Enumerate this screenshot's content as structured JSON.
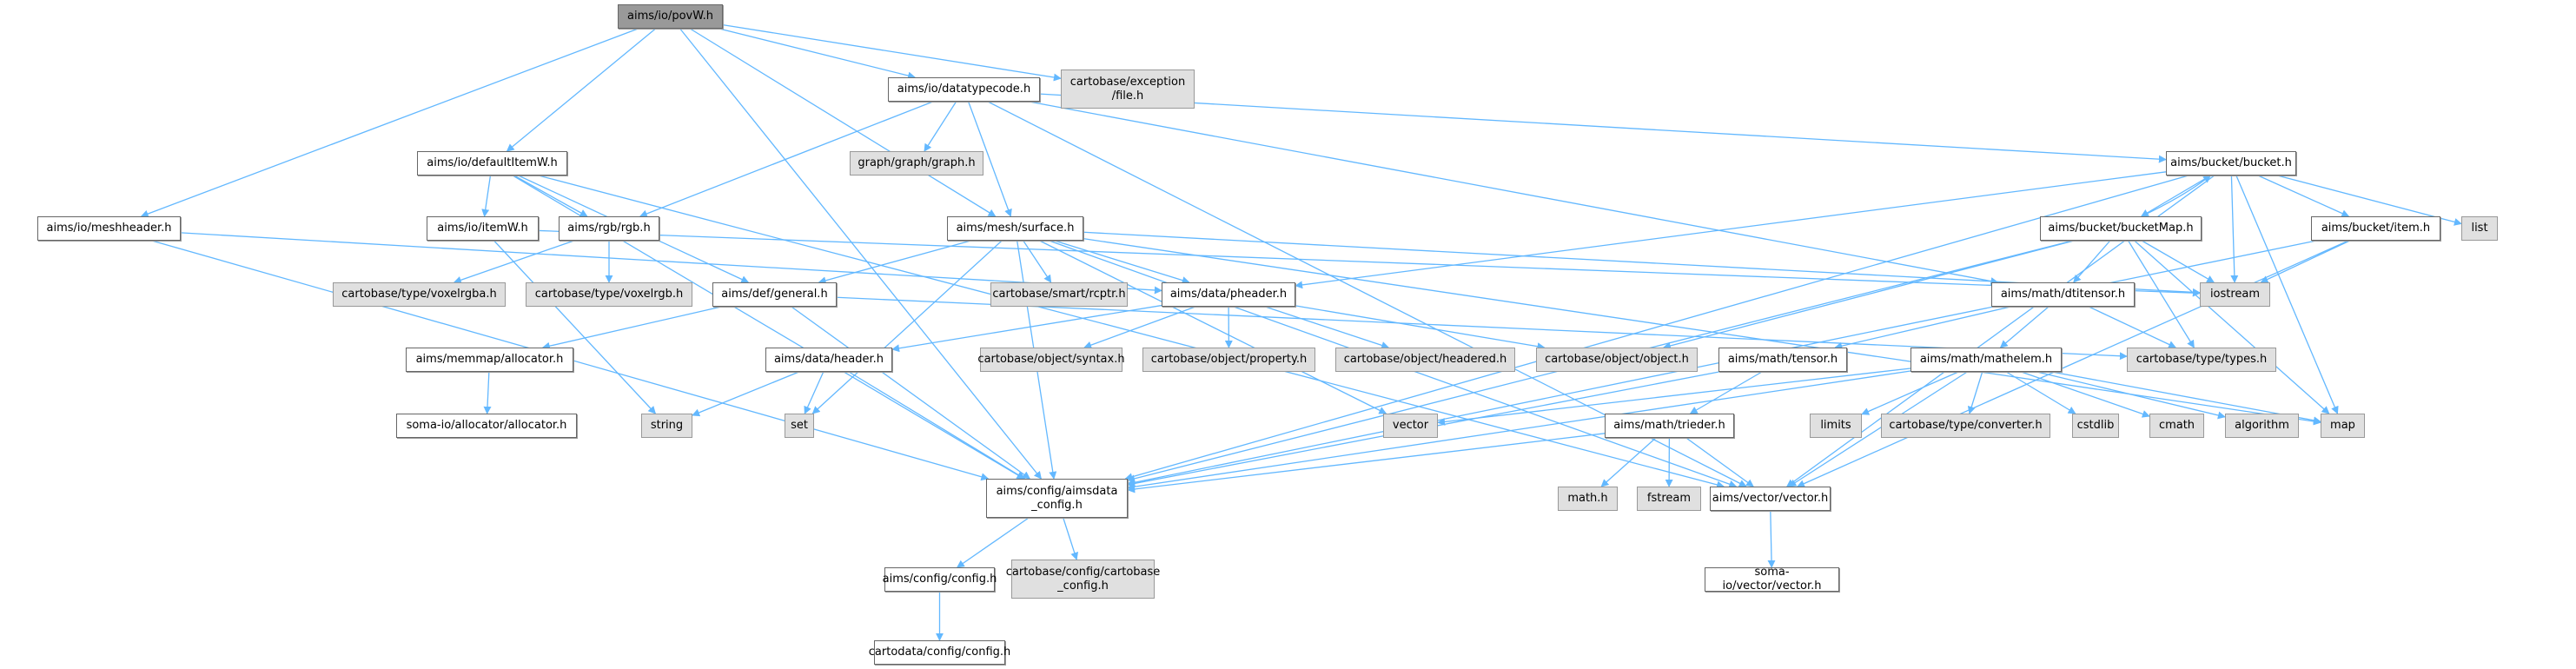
{
  "title": "aims/io/povW.h include dependency graph",
  "colors": {
    "edge": "#63b8ff",
    "root_fill": "#999999",
    "node_fill": "#ffffff",
    "external_fill": "#e0e0e0",
    "node_border": "#666666"
  },
  "nodes": [
    {
      "id": "povW",
      "label": "aims/io/povW.h",
      "kind": "root"
    },
    {
      "id": "datatypecode",
      "label": "aims/io/datatypecode.h",
      "kind": "doc"
    },
    {
      "id": "exception_file",
      "label": "cartobase/exception\n/file.h",
      "kind": "ext"
    },
    {
      "id": "defaultItemW",
      "label": "aims/io/defaultItemW.h",
      "kind": "doc"
    },
    {
      "id": "graph",
      "label": "graph/graph/graph.h",
      "kind": "ext"
    },
    {
      "id": "bucket",
      "label": "aims/bucket/bucket.h",
      "kind": "doc"
    },
    {
      "id": "meshheader",
      "label": "aims/io/meshheader.h",
      "kind": "doc"
    },
    {
      "id": "itemW",
      "label": "aims/io/itemW.h",
      "kind": "doc"
    },
    {
      "id": "rgb",
      "label": "aims/rgb/rgb.h",
      "kind": "doc"
    },
    {
      "id": "surface",
      "label": "aims/mesh/surface.h",
      "kind": "doc"
    },
    {
      "id": "bucketMap",
      "label": "aims/bucket/bucketMap.h",
      "kind": "doc"
    },
    {
      "id": "bucket_item",
      "label": "aims/bucket/item.h",
      "kind": "doc"
    },
    {
      "id": "list",
      "label": "list",
      "kind": "ext"
    },
    {
      "id": "voxelrgba",
      "label": "cartobase/type/voxelrgba.h",
      "kind": "ext"
    },
    {
      "id": "voxelrgb",
      "label": "cartobase/type/voxelrgb.h",
      "kind": "ext"
    },
    {
      "id": "general",
      "label": "aims/def/general.h",
      "kind": "doc"
    },
    {
      "id": "rcptr",
      "label": "cartobase/smart/rcptr.h",
      "kind": "ext"
    },
    {
      "id": "pheader",
      "label": "aims/data/pheader.h",
      "kind": "doc"
    },
    {
      "id": "dtitensor",
      "label": "aims/math/dtitensor.h",
      "kind": "doc"
    },
    {
      "id": "iostream",
      "label": "iostream",
      "kind": "ext"
    },
    {
      "id": "memmap_allocator",
      "label": "aims/memmap/allocator.h",
      "kind": "doc"
    },
    {
      "id": "header",
      "label": "aims/data/header.h",
      "kind": "doc"
    },
    {
      "id": "syntax",
      "label": "cartobase/object/syntax.h",
      "kind": "ext"
    },
    {
      "id": "property",
      "label": "cartobase/object/property.h",
      "kind": "ext"
    },
    {
      "id": "headered",
      "label": "cartobase/object/headered.h",
      "kind": "ext"
    },
    {
      "id": "object",
      "label": "cartobase/object/object.h",
      "kind": "ext"
    },
    {
      "id": "tensor",
      "label": "aims/math/tensor.h",
      "kind": "doc"
    },
    {
      "id": "mathelem",
      "label": "aims/math/mathelem.h",
      "kind": "doc"
    },
    {
      "id": "types",
      "label": "cartobase/type/types.h",
      "kind": "ext"
    },
    {
      "id": "soma_allocator",
      "label": "soma-io/allocator/allocator.h",
      "kind": "doc"
    },
    {
      "id": "string",
      "label": "string",
      "kind": "ext"
    },
    {
      "id": "set",
      "label": "set",
      "kind": "ext"
    },
    {
      "id": "vector",
      "label": "vector",
      "kind": "ext"
    },
    {
      "id": "trieder",
      "label": "aims/math/trieder.h",
      "kind": "doc"
    },
    {
      "id": "limits",
      "label": "limits",
      "kind": "ext"
    },
    {
      "id": "converter",
      "label": "cartobase/type/converter.h",
      "kind": "ext"
    },
    {
      "id": "cstdlib",
      "label": "cstdlib",
      "kind": "ext"
    },
    {
      "id": "cmath",
      "label": "cmath",
      "kind": "ext"
    },
    {
      "id": "algorithm",
      "label": "algorithm",
      "kind": "ext"
    },
    {
      "id": "map",
      "label": "map",
      "kind": "ext"
    },
    {
      "id": "aimsdata_config",
      "label": "aims/config/aimsdata\n_config.h",
      "kind": "doc"
    },
    {
      "id": "math_h",
      "label": "math.h",
      "kind": "ext"
    },
    {
      "id": "fstream",
      "label": "fstream",
      "kind": "ext"
    },
    {
      "id": "aims_vector",
      "label": "aims/vector/vector.h",
      "kind": "doc"
    },
    {
      "id": "aims_config",
      "label": "aims/config/config.h",
      "kind": "doc"
    },
    {
      "id": "cartobase_config",
      "label": "cartobase/config/cartobase\n_config.h",
      "kind": "ext"
    },
    {
      "id": "cartodata_config",
      "label": "cartodata/config/config.h",
      "kind": "doc"
    },
    {
      "id": "soma_vector",
      "label": "soma-io/vector/vector.h",
      "kind": "doc"
    }
  ],
  "edges": [
    [
      "povW",
      "datatypecode"
    ],
    [
      "povW",
      "exception_file"
    ],
    [
      "povW",
      "defaultItemW"
    ],
    [
      "povW",
      "meshheader"
    ],
    [
      "povW",
      "surface"
    ],
    [
      "povW",
      "aimsdata_config"
    ],
    [
      "datatypecode",
      "graph"
    ],
    [
      "datatypecode",
      "surface"
    ],
    [
      "datatypecode",
      "rgb"
    ],
    [
      "datatypecode",
      "bucket"
    ],
    [
      "datatypecode",
      "dtitensor"
    ],
    [
      "datatypecode",
      "aims_vector"
    ],
    [
      "defaultItemW",
      "itemW"
    ],
    [
      "defaultItemW",
      "rgb"
    ],
    [
      "defaultItemW",
      "general"
    ],
    [
      "defaultItemW",
      "aimsdata_config"
    ],
    [
      "defaultItemW",
      "aims_vector"
    ],
    [
      "meshheader",
      "pheader"
    ],
    [
      "meshheader",
      "aimsdata_config"
    ],
    [
      "itemW",
      "iostream"
    ],
    [
      "itemW",
      "string"
    ],
    [
      "rgb",
      "voxelrgba"
    ],
    [
      "rgb",
      "voxelrgb"
    ],
    [
      "surface",
      "general"
    ],
    [
      "surface",
      "rcptr"
    ],
    [
      "surface",
      "pheader"
    ],
    [
      "surface",
      "iostream"
    ],
    [
      "surface",
      "set"
    ],
    [
      "surface",
      "vector"
    ],
    [
      "surface",
      "map"
    ],
    [
      "surface",
      "aimsdata_config"
    ],
    [
      "surface",
      "aims_vector"
    ],
    [
      "bucket",
      "bucketMap"
    ],
    [
      "bucket",
      "bucket_item"
    ],
    [
      "bucket",
      "list"
    ],
    [
      "bucket",
      "iostream"
    ],
    [
      "bucket",
      "pheader"
    ],
    [
      "bucket",
      "map"
    ],
    [
      "bucket",
      "aimsdata_config"
    ],
    [
      "bucket",
      "aims_vector"
    ],
    [
      "bucketMap",
      "bucket"
    ],
    [
      "bucketMap",
      "dtitensor"
    ],
    [
      "bucketMap",
      "iostream"
    ],
    [
      "bucketMap",
      "types"
    ],
    [
      "bucketMap",
      "object"
    ],
    [
      "bucketMap",
      "map"
    ],
    [
      "bucketMap",
      "aimsdata_config"
    ],
    [
      "bucket_item",
      "iostream"
    ],
    [
      "bucket_item",
      "aimsdata_config"
    ],
    [
      "bucket_item",
      "aims_vector"
    ],
    [
      "general",
      "memmap_allocator"
    ],
    [
      "general",
      "types"
    ],
    [
      "general",
      "aimsdata_config"
    ],
    [
      "pheader",
      "header"
    ],
    [
      "pheader",
      "syntax"
    ],
    [
      "pheader",
      "property"
    ],
    [
      "pheader",
      "headered"
    ],
    [
      "pheader",
      "object"
    ],
    [
      "dtitensor",
      "tensor"
    ],
    [
      "dtitensor",
      "mathelem"
    ],
    [
      "dtitensor",
      "types"
    ],
    [
      "memmap_allocator",
      "soma_allocator"
    ],
    [
      "header",
      "string"
    ],
    [
      "header",
      "set"
    ],
    [
      "header",
      "aimsdata_config"
    ],
    [
      "tensor",
      "trieder"
    ],
    [
      "tensor",
      "aimsdata_config"
    ],
    [
      "mathelem",
      "limits"
    ],
    [
      "mathelem",
      "converter"
    ],
    [
      "mathelem",
      "cstdlib"
    ],
    [
      "mathelem",
      "cmath"
    ],
    [
      "mathelem",
      "algorithm"
    ],
    [
      "mathelem",
      "map"
    ],
    [
      "mathelem",
      "vector"
    ],
    [
      "mathelem",
      "aimsdata_config"
    ],
    [
      "mathelem",
      "aims_vector"
    ],
    [
      "trieder",
      "math_h"
    ],
    [
      "trieder",
      "fstream"
    ],
    [
      "trieder",
      "aims_vector"
    ],
    [
      "trieder",
      "aimsdata_config"
    ],
    [
      "aimsdata_config",
      "aims_config"
    ],
    [
      "aimsdata_config",
      "cartobase_config"
    ],
    [
      "aims_config",
      "cartodata_config"
    ],
    [
      "aims_vector",
      "soma_vector"
    ]
  ]
}
